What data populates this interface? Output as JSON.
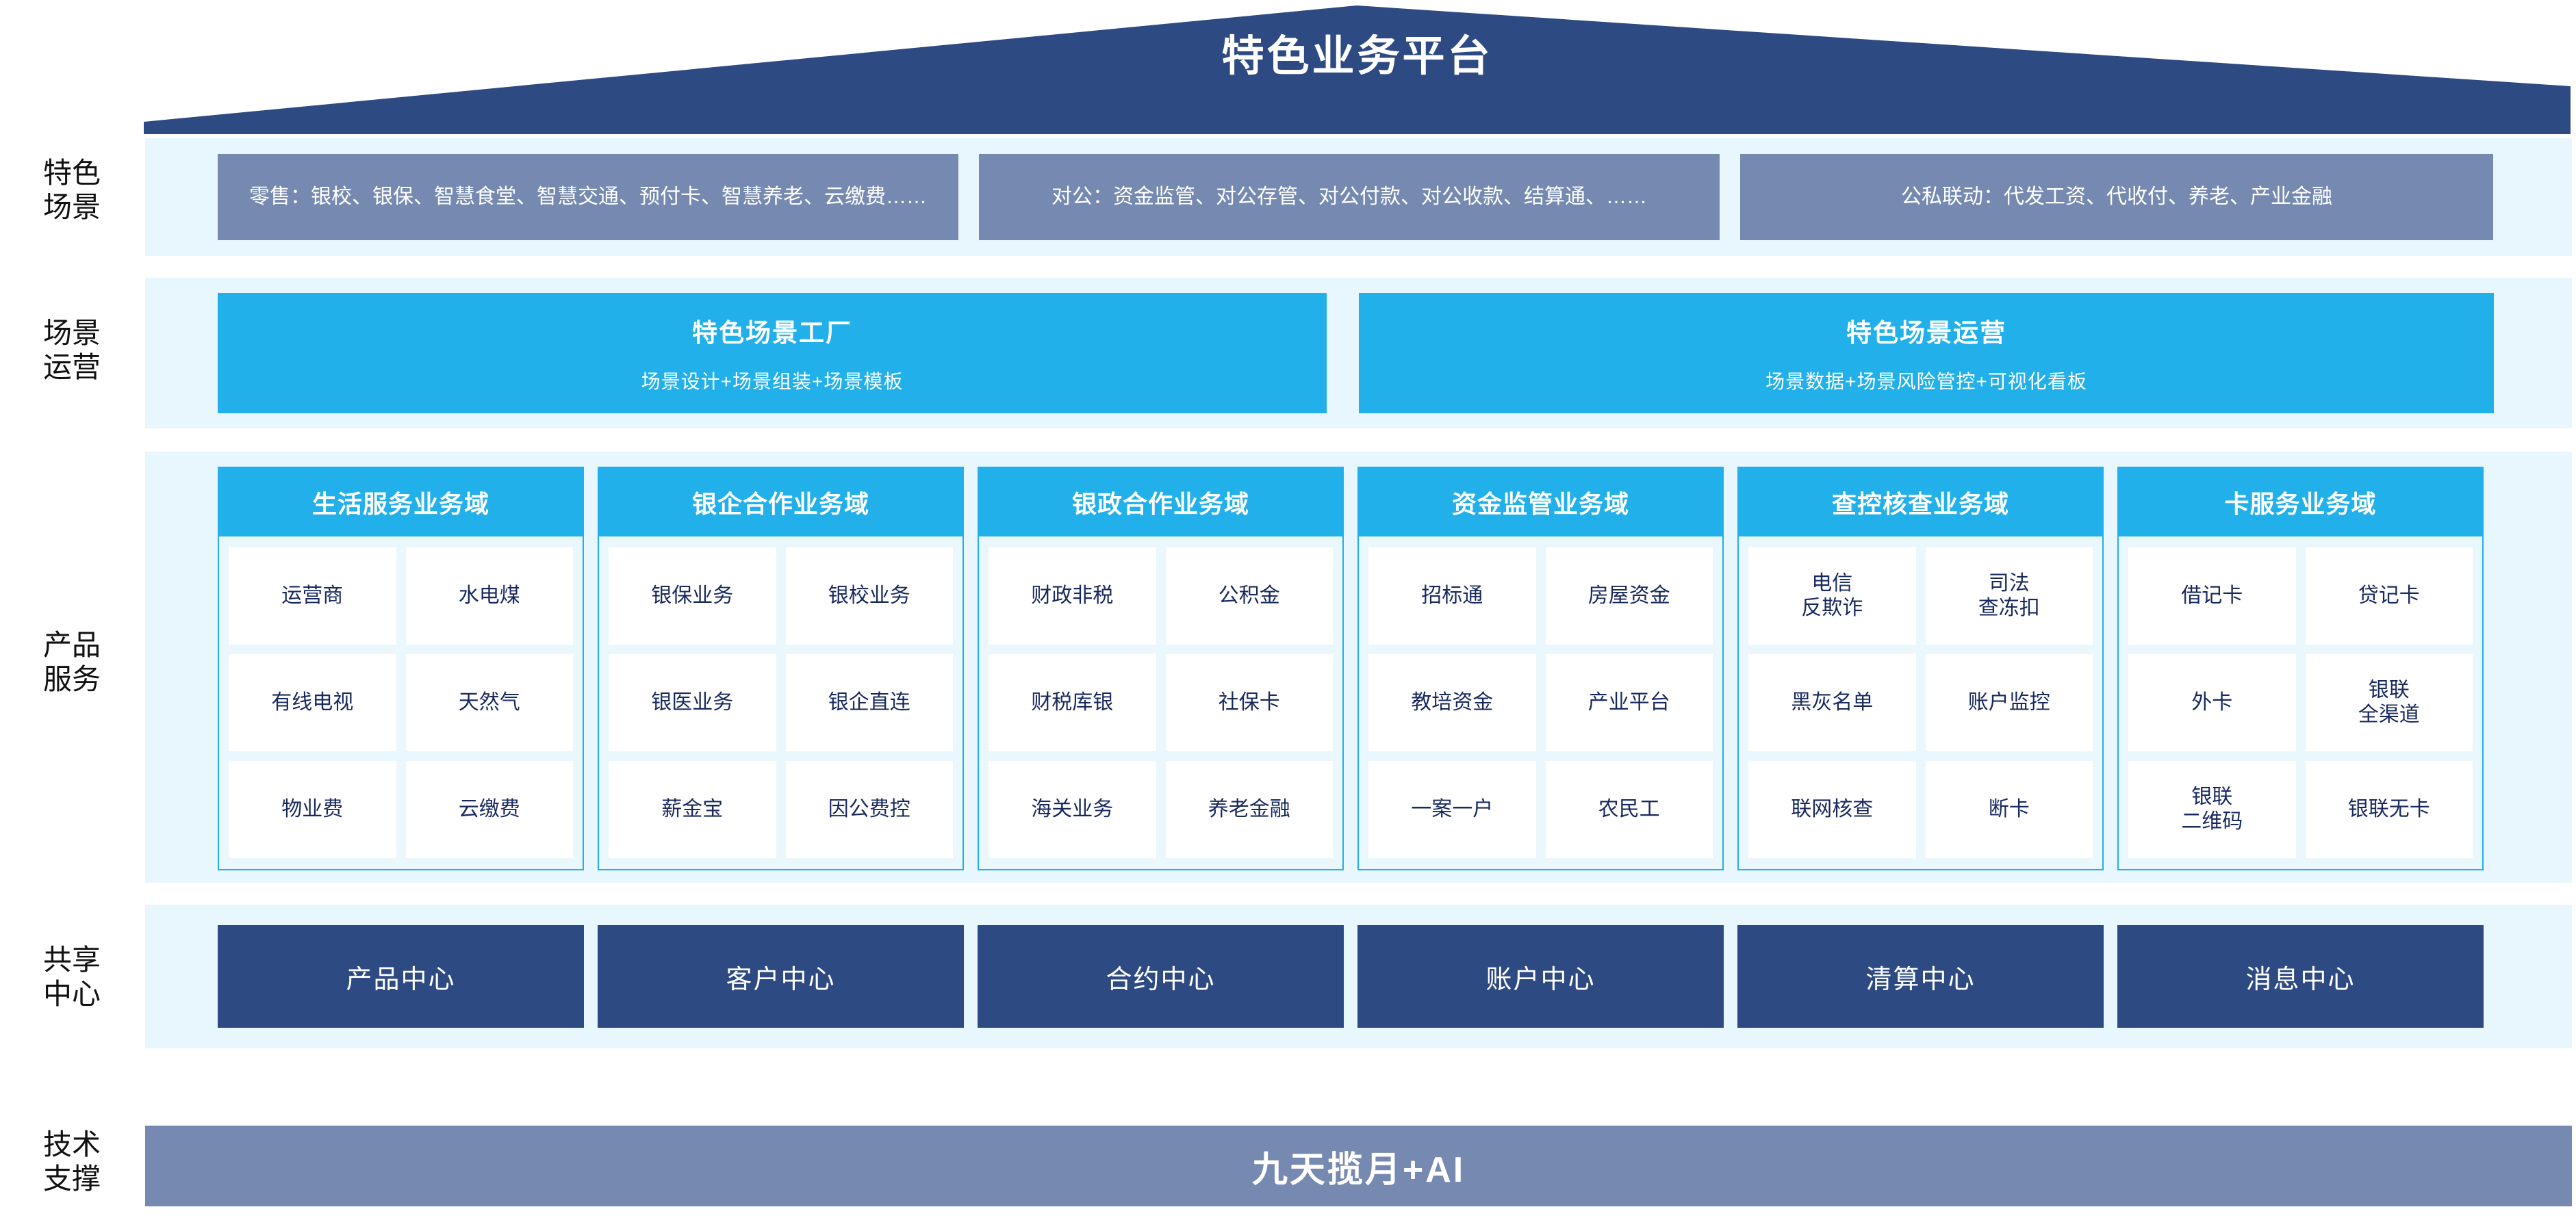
{
  "header": {
    "title": "特色业务平台",
    "shape": "roof-banner",
    "color": "#2e4a82"
  },
  "colors": {
    "deep_blue": "#2e4a82",
    "slate_blue": "#7689b0",
    "cyan": "#22b0ea",
    "pale_band": "#e8f6fd",
    "cell_bg": "#ffffff",
    "cell_text": "#18295e"
  },
  "rows": [
    {
      "label": "特色\n场景",
      "label_lines": [
        "特色",
        "场景"
      ],
      "items": [
        "零售：银校、银保、智慧食堂、智慧交通、预付卡、智慧养老、云缴费……",
        "对公：资金监管、对公存管、对公付款、对公收款、结算通、……",
        "公私联动：代发工资、代收付、养老、产业金融"
      ]
    },
    {
      "label_lines": [
        "场景",
        "运营"
      ],
      "boxes": [
        {
          "title": "特色场景工厂",
          "subtitle": "场景设计+场景组装+场景模板"
        },
        {
          "title": "特色场景运营",
          "subtitle": "场景数据+场景风险管控+可视化看板"
        }
      ]
    },
    {
      "label_lines": [
        "产品",
        "服务"
      ],
      "domains": [
        {
          "title": "生活服务业务域",
          "cells": [
            "运营商",
            "水电煤",
            "有线电视",
            "天然气",
            "物业费",
            "云缴费"
          ]
        },
        {
          "title": "银企合作业务域",
          "cells": [
            "银保业务",
            "银校业务",
            "银医业务",
            "银企直连",
            "薪金宝",
            "因公费控"
          ]
        },
        {
          "title": "银政合作业务域",
          "cells": [
            "财政非税",
            "公积金",
            "财税库银",
            "社保卡",
            "海关业务",
            "养老金融"
          ]
        },
        {
          "title": "资金监管业务域",
          "cells": [
            "招标通",
            "房屋资金",
            "教培资金",
            "产业平台",
            "一案一户",
            "农民工"
          ]
        },
        {
          "title": "查控核查业务域",
          "cells": [
            "电信\n反欺诈",
            "司法\n查冻扣",
            "黑灰名单",
            "账户监控",
            "联网核查",
            "断卡"
          ]
        },
        {
          "title": "卡服务业务域",
          "cells": [
            "借记卡",
            "贷记卡",
            "外卡",
            "银联\n全渠道",
            "银联\n二维码",
            "银联无卡"
          ]
        }
      ]
    },
    {
      "label_lines": [
        "共享",
        "中心"
      ],
      "centers": [
        "产品中心",
        "客户中心",
        "合约中心",
        "账户中心",
        "清算中心",
        "消息中心"
      ]
    },
    {
      "label_lines": [
        "技术",
        "支撑"
      ],
      "tech": "九天揽月+AI"
    }
  ]
}
